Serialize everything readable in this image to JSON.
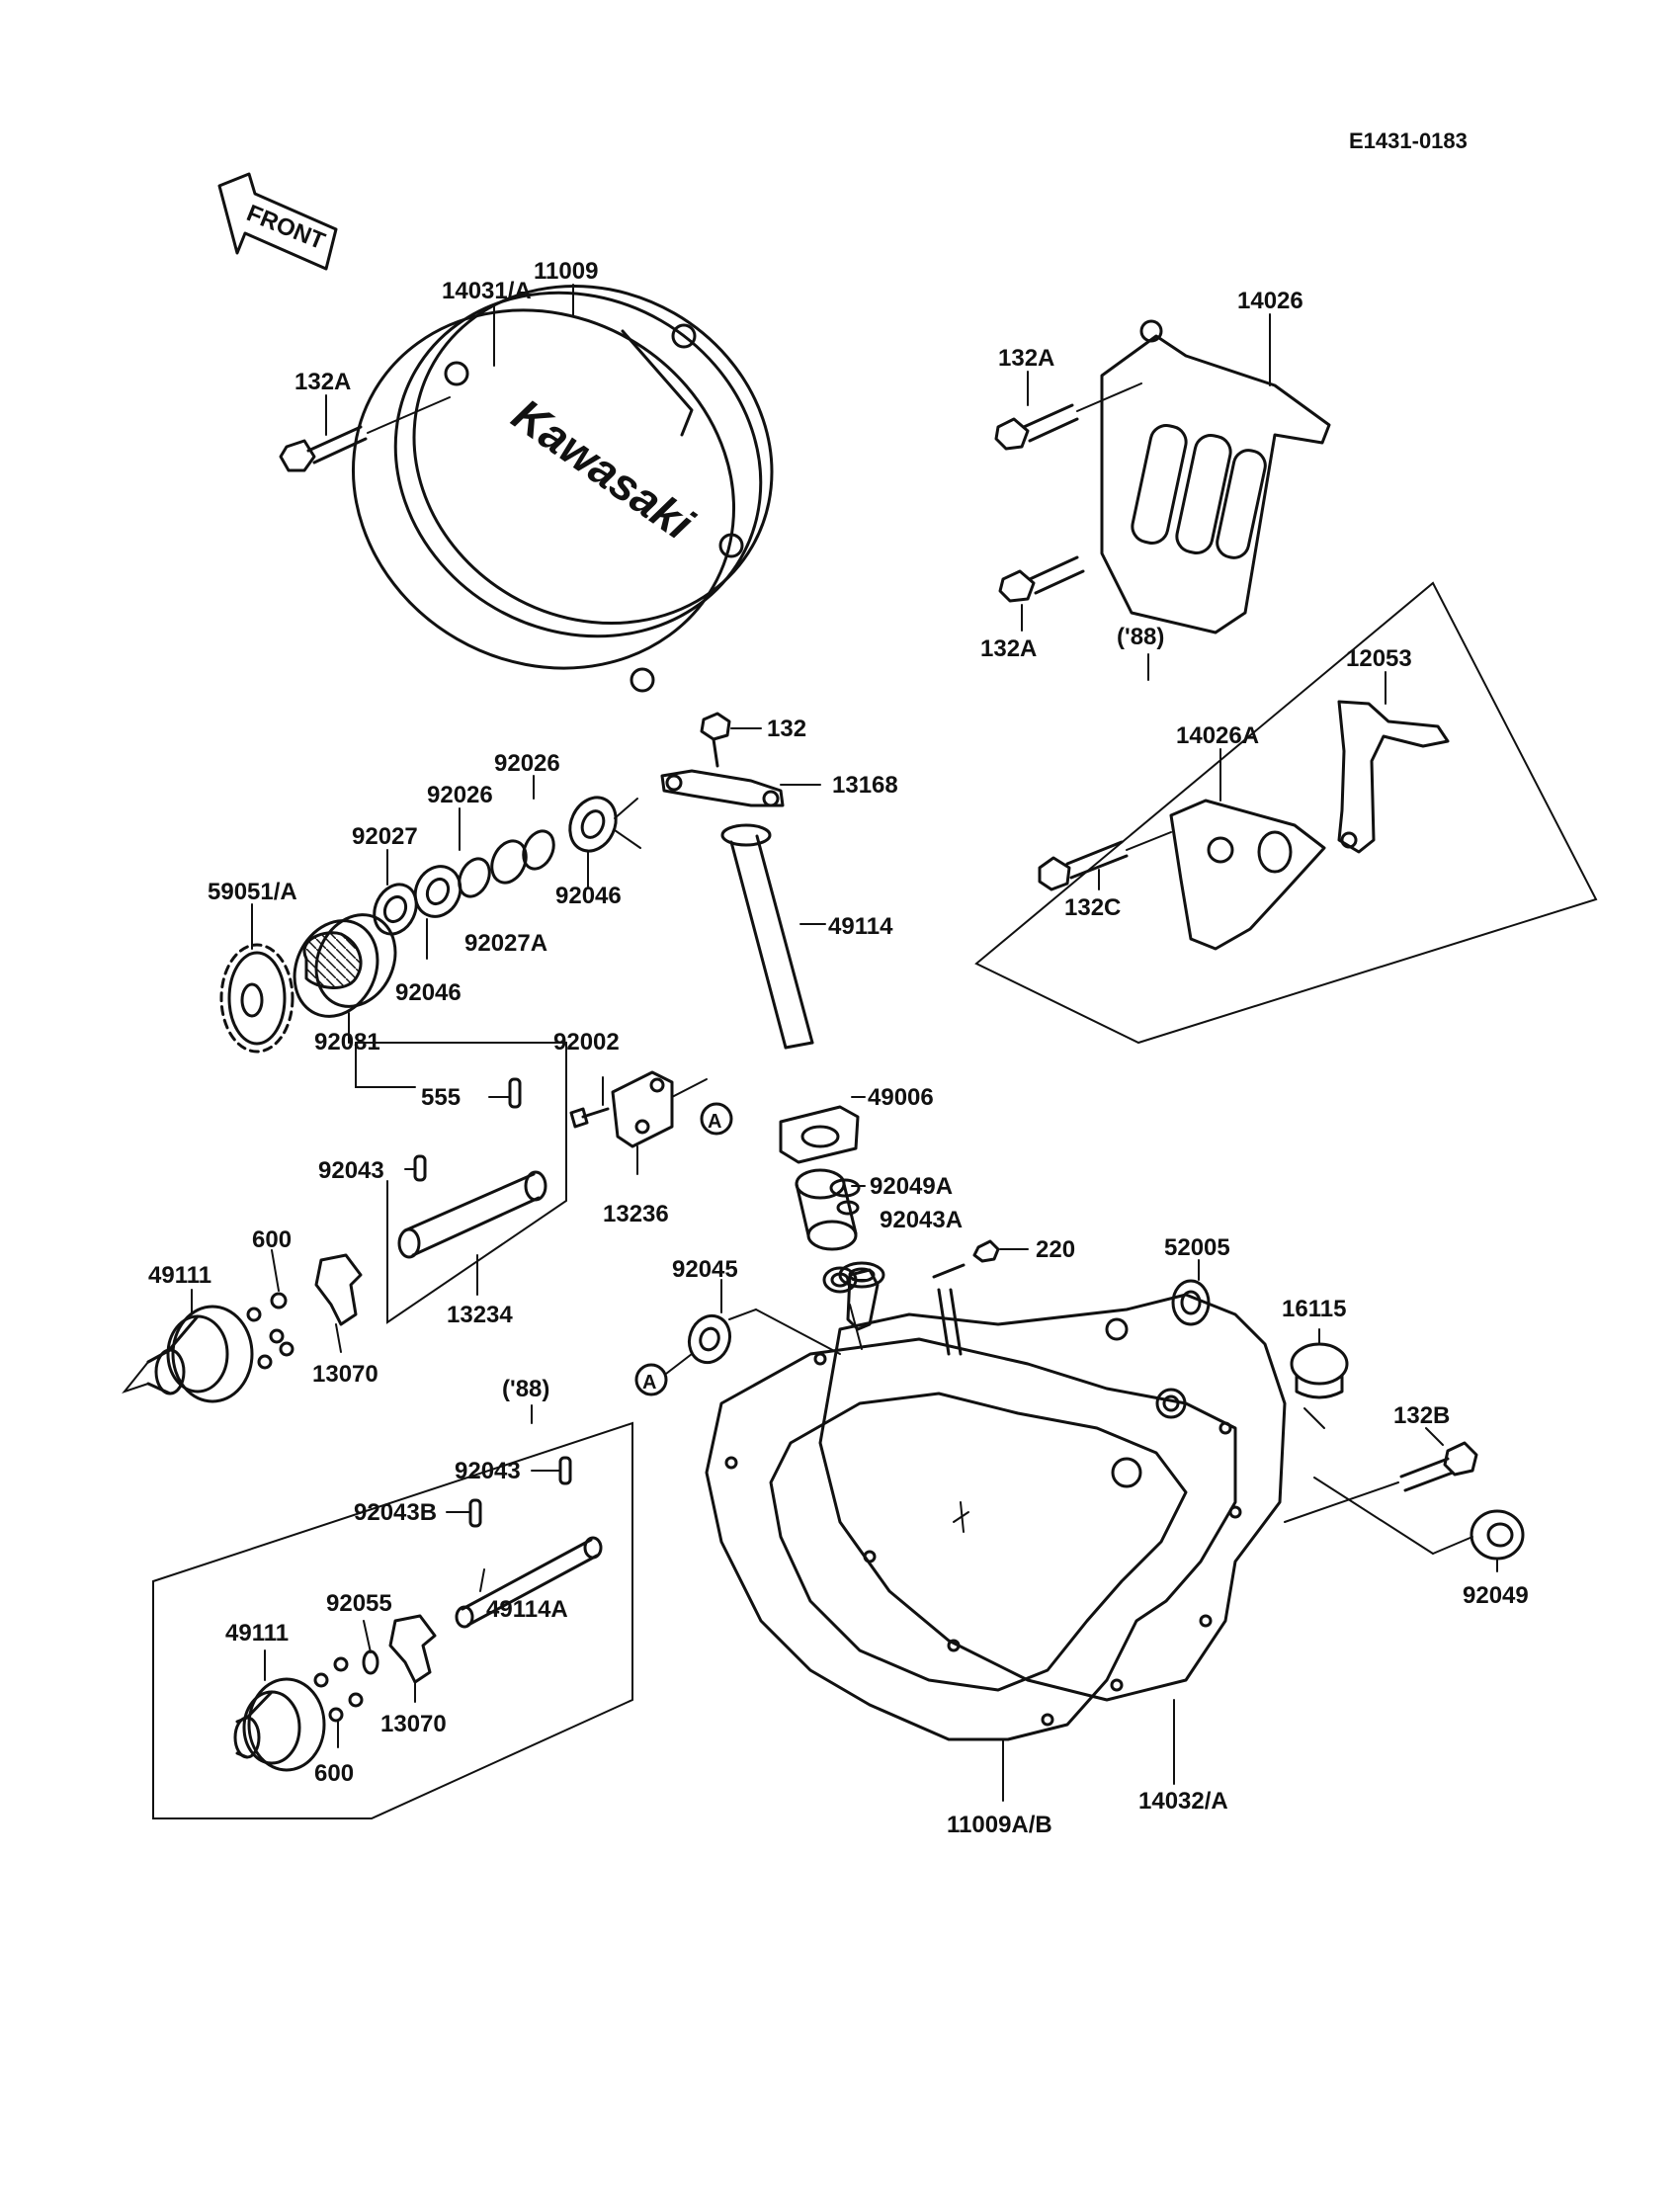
{
  "diagram_code": "E1431-0183",
  "front_label": "FRONT",
  "logo_text": "Kawasaki",
  "year_labels": {
    "top_right": "('88)",
    "bottom_left": "('88)"
  },
  "circle_marker": "A",
  "labels": {
    "p11009": "11009",
    "p14031": "14031/A",
    "p132A_top": "132A",
    "p14026": "14026",
    "p132A_right": "132A",
    "p132A_right_low": "132A",
    "p12053": "12053",
    "p14026A": "14026A",
    "p132C": "132C",
    "p132": "132",
    "p13168": "13168",
    "p92026_a": "92026",
    "p92026_b": "92026",
    "p92027": "92027",
    "p92046_a": "92046",
    "p92046_b": "92046",
    "p92027A": "92027A",
    "p59051": "59051/A",
    "p92081": "92081",
    "p49114": "49114",
    "p92002": "92002",
    "p49006": "49006",
    "p555": "555",
    "p92043_a": "92043",
    "p13236": "13236",
    "p92049A": "92049A",
    "p92043A": "92043A",
    "p220": "220",
    "p600_a": "600",
    "p49111_a": "49111",
    "p13070_a": "13070",
    "p13234": "13234",
    "p92045": "92045",
    "p52005": "52005",
    "p16115": "16115",
    "p132B": "132B",
    "p92049": "92049",
    "p92043_b": "92043",
    "p92043B": "92043B",
    "p92055": "92055",
    "p49111_b": "49111",
    "p49114A": "49114A",
    "p13070_b": "13070",
    "p600_b": "600",
    "p11009AB": "11009A/B",
    "p14032": "14032/A"
  }
}
